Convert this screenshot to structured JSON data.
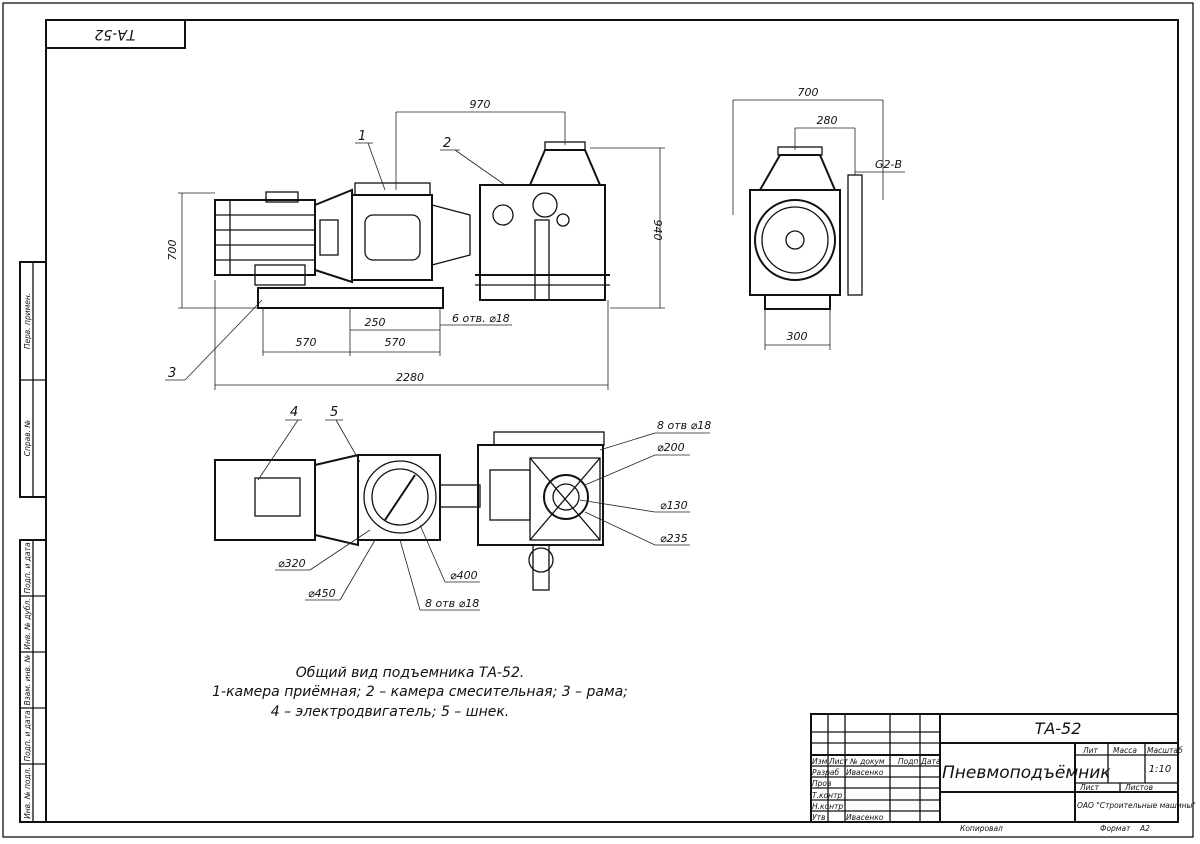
{
  "drawing_code": "ТА-52",
  "corner_stamp": "ТА-52",
  "caption": {
    "line1": "Общий вид подъемника ТА-52.",
    "line2": "1-камера приёмная;  2 – камера смесительная; 3 – рама;",
    "line3": "4 – электродвигатель; 5 – шнек."
  },
  "callouts": [
    "1",
    "2",
    "3",
    "4",
    "5"
  ],
  "dimensions": {
    "side": [
      "970",
      "700",
      "940",
      "250",
      "570",
      "570",
      "6 отв. ⌀18",
      "2280"
    ],
    "end": [
      "700",
      "280",
      "G2-B",
      "300"
    ],
    "plan": [
      "8 отв ⌀18",
      "⌀200",
      "⌀130",
      "⌀235",
      "⌀320",
      "⌀450",
      "⌀400",
      "8 отв ⌀18"
    ]
  },
  "left_stamps": [
    "Перв. примен.",
    "Справ. №",
    "Подп. и дата",
    "Инв. № дубл.",
    "Взам. инв. №",
    "Подп. и дата",
    "Инв. № подл."
  ],
  "title_block": {
    "title": "Пневмоподъёмник",
    "headers": [
      "Изм",
      "Лист",
      "№ докум",
      "Подп",
      "Дата"
    ],
    "roles": [
      "Разраб",
      "Пров",
      "Т.контр",
      "Н.контр",
      "Утв"
    ],
    "developer": "Ивасенко",
    "approver": "Ивасенко",
    "lit_label": "Лит",
    "mass_label": "Масса",
    "scale_label": "Масштаб",
    "scale": "1:10",
    "sheet_label": "Лист",
    "sheets_label": "Листов",
    "organization": "ОАО \"Строительные машины\"",
    "copied_label": "Копировал",
    "format_label": "Формат",
    "format": "A2"
  }
}
